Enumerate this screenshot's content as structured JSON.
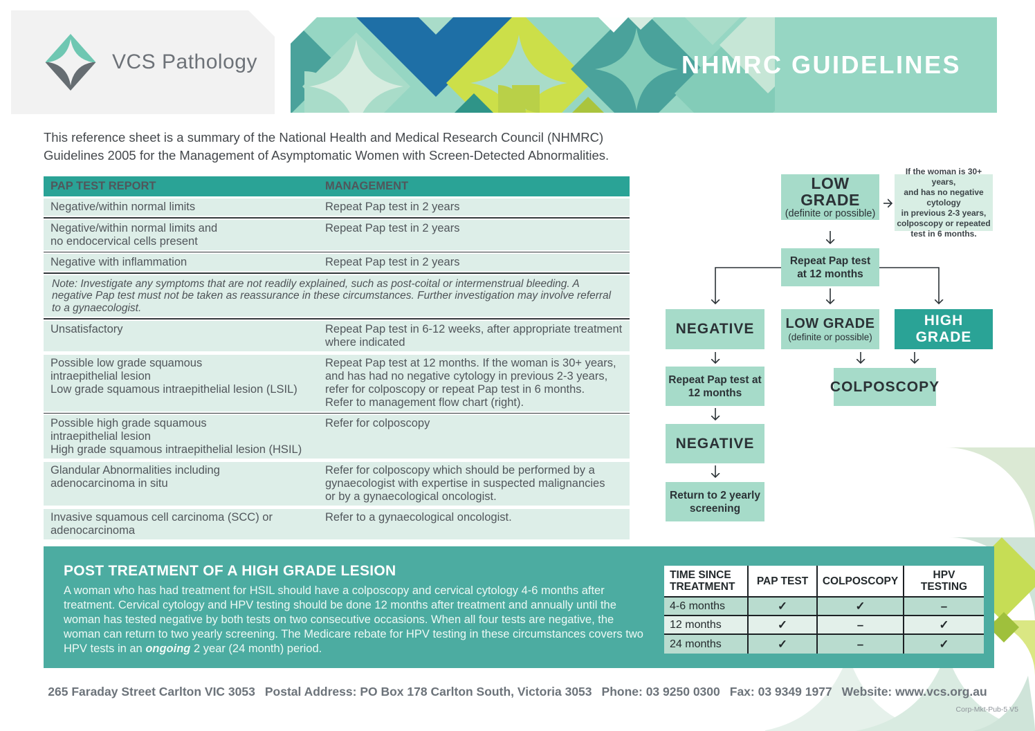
{
  "colors": {
    "accent_teal": "#2aa396",
    "band_mint": "#96d6c3",
    "panel_teal": "#4caca1",
    "flow_box_mint": "#a6dbc9",
    "flow_note_mint": "#d8eee4",
    "table_row_mint": "#ddeee8",
    "logo_teal": "#6fc7b2",
    "logo_gray": "#666d72"
  },
  "header": {
    "brand": "VCS Pathology",
    "title": "NHMRC GUIDELINES"
  },
  "intro": "This reference sheet is a summary of the National Health and Medical Research Council (NHMRC)\nGuidelines 2005 for the Management of Asymptomatic Women with Screen-Detected Abnormalities.",
  "pap_table": {
    "headers": {
      "report": "PAP TEST REPORT",
      "management": "MANAGEMENT"
    },
    "rows": [
      {
        "report": "Negative/within normal limits",
        "management": "Repeat Pap test in 2 years"
      },
      {
        "report": "Negative/within normal limits and\nno endocervical cells present",
        "management": "Repeat Pap test in 2 years"
      },
      {
        "report": "Negative with inflammation",
        "management": "Repeat Pap test in 2 years"
      },
      {
        "report": "Unsatisfactory",
        "management": "Repeat Pap test in 6-12 weeks, after appropriate treatment\nwhere indicated"
      },
      {
        "report": "Possible low grade squamous\nintraepithelial lesion\nLow grade squamous intraepithelial lesion (LSIL)",
        "management": "Repeat Pap test at 12 months. If the woman is 30+ years,\nand has had no negative cytology in previous 2-3 years,\nrefer for colposcopy or repeat Pap test in 6 months.\nRefer to management flow chart (right)."
      },
      {
        "report": "Possible high grade squamous\nintraepithelial lesion\nHigh grade squamous intraepithelial lesion (HSIL)",
        "management": "Refer for colposcopy"
      },
      {
        "report": "Glandular Abnormalities including\nadenocarcinoma in situ",
        "management": "Refer for colposcopy which should be performed by a\ngynaecologist with expertise in suspected malignancies\nor by a gynaecological oncologist."
      },
      {
        "report": "Invasive squamous cell carcinoma (SCC) or\nadenocarcinoma",
        "management": "Refer to a gynaecological oncologist."
      }
    ],
    "note": "Note: Investigate any symptoms that are not readily explained, such as post-coital or intermenstrual bleeding. A negative Pap test must not be taken as reassurance in these circumstances. Further investigation may involve referral to a gynaecologist."
  },
  "flowchart": {
    "low_grade": {
      "title": "LOW GRADE",
      "subtitle": "(definite or possible)"
    },
    "age_note": "If the woman is 30+ years,\nand has no negative cytology\nin previous 2-3 years,\ncolposcopy or repeated\ntest in 6 months.",
    "repeat_pap_12": "Repeat Pap test\nat 12 months",
    "negative_1": "NEGATIVE",
    "low_grade_2": {
      "title": "LOW GRADE",
      "subtitle": "(definite or possible)"
    },
    "high_grade": "HIGH GRADE",
    "repeat_pap_12_b": "Repeat Pap test at\n12 months",
    "colposcopy": "COLPOSCOPY",
    "negative_2": "NEGATIVE",
    "return_to_screening": "Return to 2 yearly\nscreening"
  },
  "post_treatment": {
    "title": "POST TREATMENT OF A HIGH GRADE LESION",
    "body_before": "A woman who has had treatment for HSIL should have a colposcopy and cervical cytology 4-6 months after treatment. Cervical cytology and HPV testing should be done 12 months after treatment and annually until the woman has tested negative by both tests on two consecutive occasions. When all four tests are negative, the woman can return to two yearly screening. The Medicare rebate for HPV testing in these circumstances covers two HPV tests in an ",
    "body_emphasis": "ongoing",
    "body_after": " 2 year (24 month) period.",
    "table": {
      "headers": [
        "TIME SINCE\nTREATMENT",
        "PAP TEST",
        "COLPOSCOPY",
        "HPV\nTESTING"
      ],
      "rows": [
        {
          "time": "4-6 months",
          "pap_test": "✓",
          "colposcopy": "✓",
          "hpv_testing": "–"
        },
        {
          "time": "12 months",
          "pap_test": "✓",
          "colposcopy": "–",
          "hpv_testing": "✓"
        },
        {
          "time": "24 months",
          "pap_test": "✓",
          "colposcopy": "–",
          "hpv_testing": "✓"
        }
      ]
    }
  },
  "footer": {
    "segments": [
      "265 Faraday Street Carlton VIC 3053",
      "Postal Address: PO Box 178 Carlton South, Victoria 3053",
      "Phone: 03 9250 0300",
      "Fax: 03 9349 1977",
      "Website: www.vcs.org.au"
    ],
    "doc_id": "Corp-Mkt-Pub-5 V5"
  }
}
